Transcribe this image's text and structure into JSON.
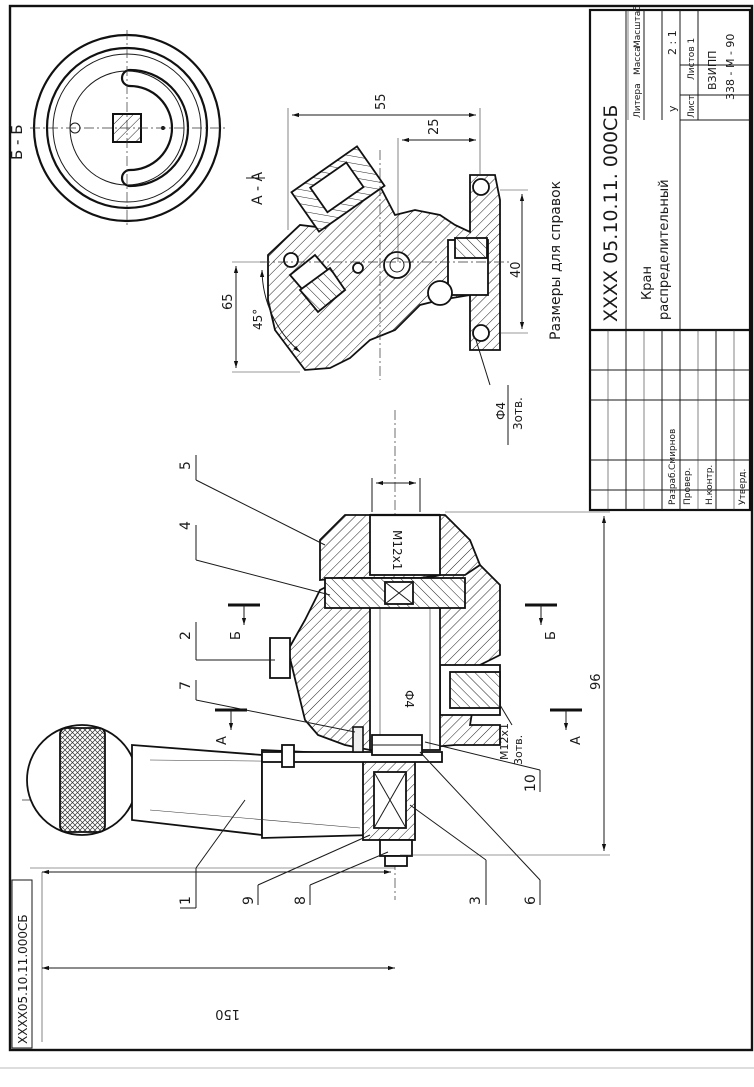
{
  "stamp": {
    "designation": "ХХХХ 05.10.11. 000СБ",
    "title_line1": "Кран",
    "title_line2": "распределительный",
    "col_litera": "Литера",
    "col_massa": "Масса",
    "col_masshtab": "Масштаб",
    "litera_value": "у",
    "scale_value": "2 : 1",
    "list_label": "Лист",
    "listov_label": "Листов 1",
    "org_line1": "ВЗИПП",
    "org_line2": "338 - М - 90",
    "role_razrab": "Разраб.",
    "name_razrab": "Смирнов",
    "role_prover": "Провер.",
    "role_nkontr": "Н.контр.",
    "role_utverd": "Утверд."
  },
  "corner_designation": "ХХХХ05.10.11.000СБ",
  "views": {
    "section_bb": "Б - Б",
    "section_aa": "А - А",
    "reference_note": "Размеры для справок"
  },
  "section_markers": {
    "b_left": "Б",
    "b_right": "Б",
    "a_left": "А",
    "a_right": "А"
  },
  "dimensions": {
    "d150": "150",
    "d96": "96",
    "d55": "55",
    "d25": "25",
    "d65": "65",
    "d40": "40",
    "d45": "45°",
    "thread_main": "М12х1",
    "thread_side": "М12х1",
    "thread_side_count": "3отв.",
    "phi4": "Ф4",
    "phi4_count": "3отв.",
    "phi_bore": "Ф4"
  },
  "positions": [
    "1",
    "2",
    "3",
    "4",
    "5",
    "6",
    "7",
    "8",
    "9",
    "10"
  ]
}
